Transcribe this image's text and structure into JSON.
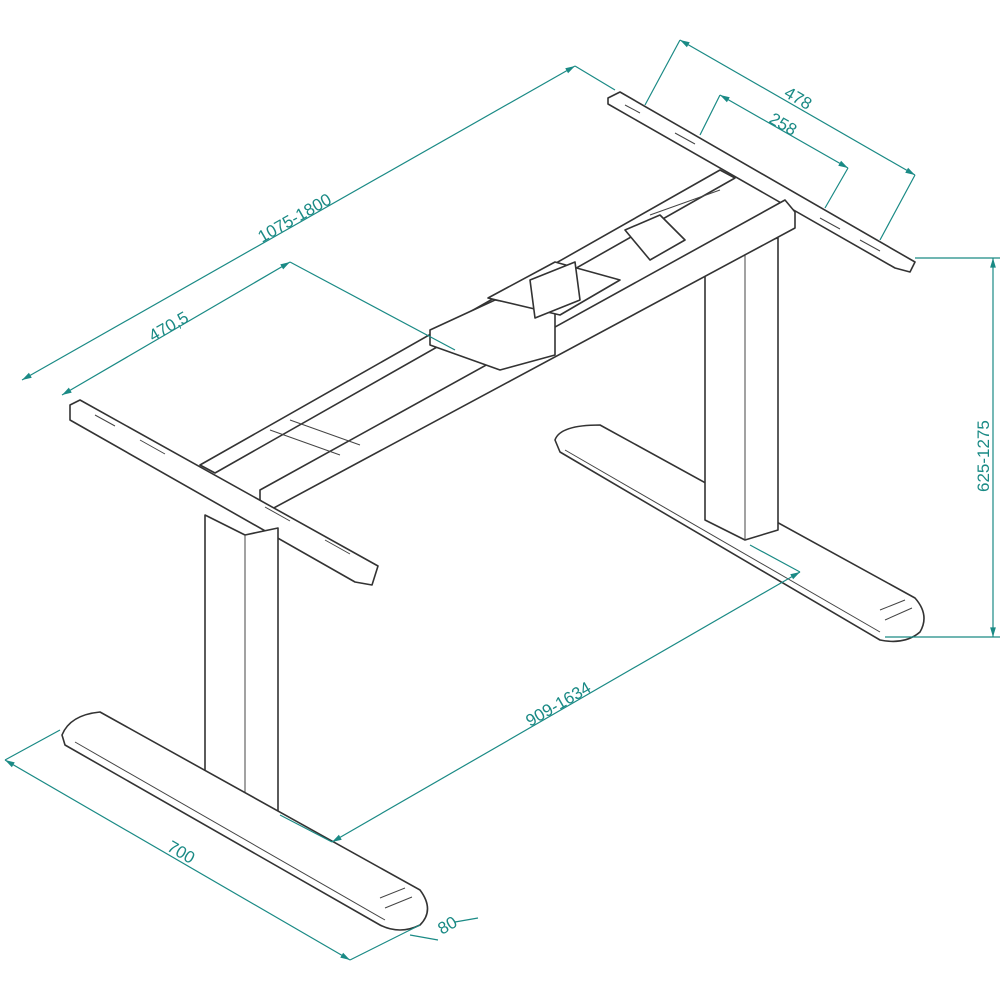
{
  "colors": {
    "dimension": "#1a8a85",
    "outline": "#333333"
  },
  "dimensions": {
    "frame_length": "1075-1800",
    "bracket_offset": "470,5",
    "bracket_width": "478",
    "bracket_hole_spacing": "258",
    "height": "625-1275",
    "feet_span": "909-1634",
    "foot_length": "700",
    "foot_width": "80"
  }
}
